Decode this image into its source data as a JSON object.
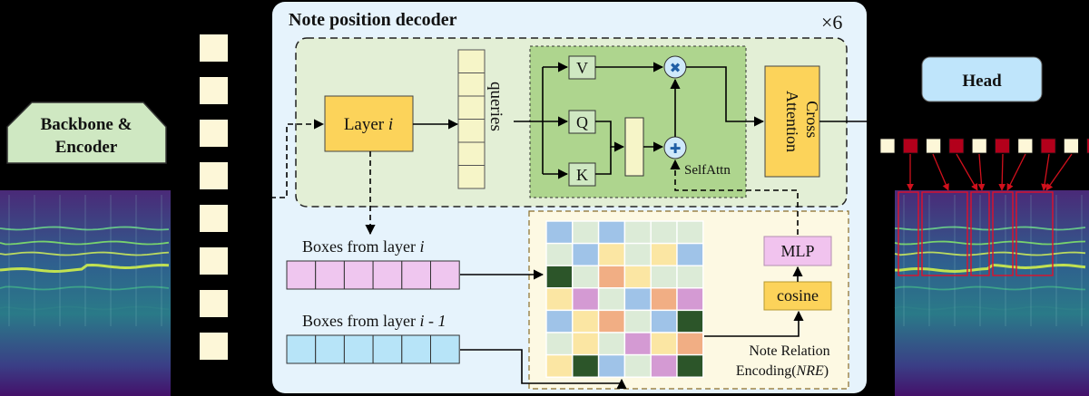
{
  "title": "Note position decoder",
  "repeat_label": "×6",
  "backbone": {
    "line1": "Backbone &",
    "line2": "Encoder"
  },
  "head_label": "Head",
  "layer": {
    "text": "Layer",
    "index": "i"
  },
  "queries_label": "queries",
  "selfattn": {
    "v": "V",
    "q": "Q",
    "k": "K",
    "label": "SelfAttn",
    "multiply_symbol": "✖",
    "add_symbol": "✚"
  },
  "cross_attention": {
    "line1": "Cross",
    "line2": "Attention"
  },
  "boxes_current": {
    "text": "Boxes from layer",
    "index": "i"
  },
  "boxes_previous": {
    "text": "Boxes from layer",
    "index": "i - 1"
  },
  "mlp_label": "MLP",
  "cosine_label": "cosine",
  "nre": {
    "line1": "Note  Relation",
    "line2_prefix": "Encoding(",
    "line2_abbr": "NRE",
    "line2_suffix": ")"
  },
  "colors": {
    "decoder_bg": "#e6f3fc",
    "inner_bg": "#e3efd6",
    "selfattn_bg": "#aed58e",
    "layer_fill": "#fcd35a",
    "queries_fill": "#f6f5c8",
    "head_fill": "#bfe5fb",
    "backbone_fill": "#cfe8c2",
    "mlp_fill": "#f1c3ee",
    "boxes_current_fill": "#efc6ef",
    "boxes_previous_fill": "#b7e4f8",
    "nre_bg": "#fdf9e3",
    "note_dark_red": "#b3001b",
    "note_light": "#fdf7d8"
  },
  "relation_matrix": [
    [
      "blue",
      "green",
      "blue",
      "green",
      "green",
      "green"
    ],
    [
      "green",
      "blue",
      "yellow",
      "green",
      "yellow",
      "blue"
    ],
    [
      "dark",
      "green",
      "orange",
      "yellow",
      "green",
      "green"
    ],
    [
      "yellow",
      "pink",
      "green",
      "blue",
      "orange",
      "pink"
    ],
    [
      "blue",
      "yellow",
      "orange",
      "green",
      "blue",
      "dark"
    ],
    [
      "green",
      "yellow",
      "green",
      "pink",
      "yellow",
      "orange"
    ],
    [
      "yellow",
      "dark",
      "blue",
      "green",
      "pink",
      "dark"
    ]
  ],
  "matrix_palette": {
    "blue": "#9fc3e8",
    "green": "#dcebd7",
    "yellow": "#fbe6a3",
    "orange": "#f1ae84",
    "pink": "#d49ad3",
    "dark": "#2c5529"
  },
  "note_tokens": [
    "light",
    "dark",
    "light",
    "dark",
    "light",
    "dark",
    "light",
    "dark",
    "light",
    "dark"
  ]
}
